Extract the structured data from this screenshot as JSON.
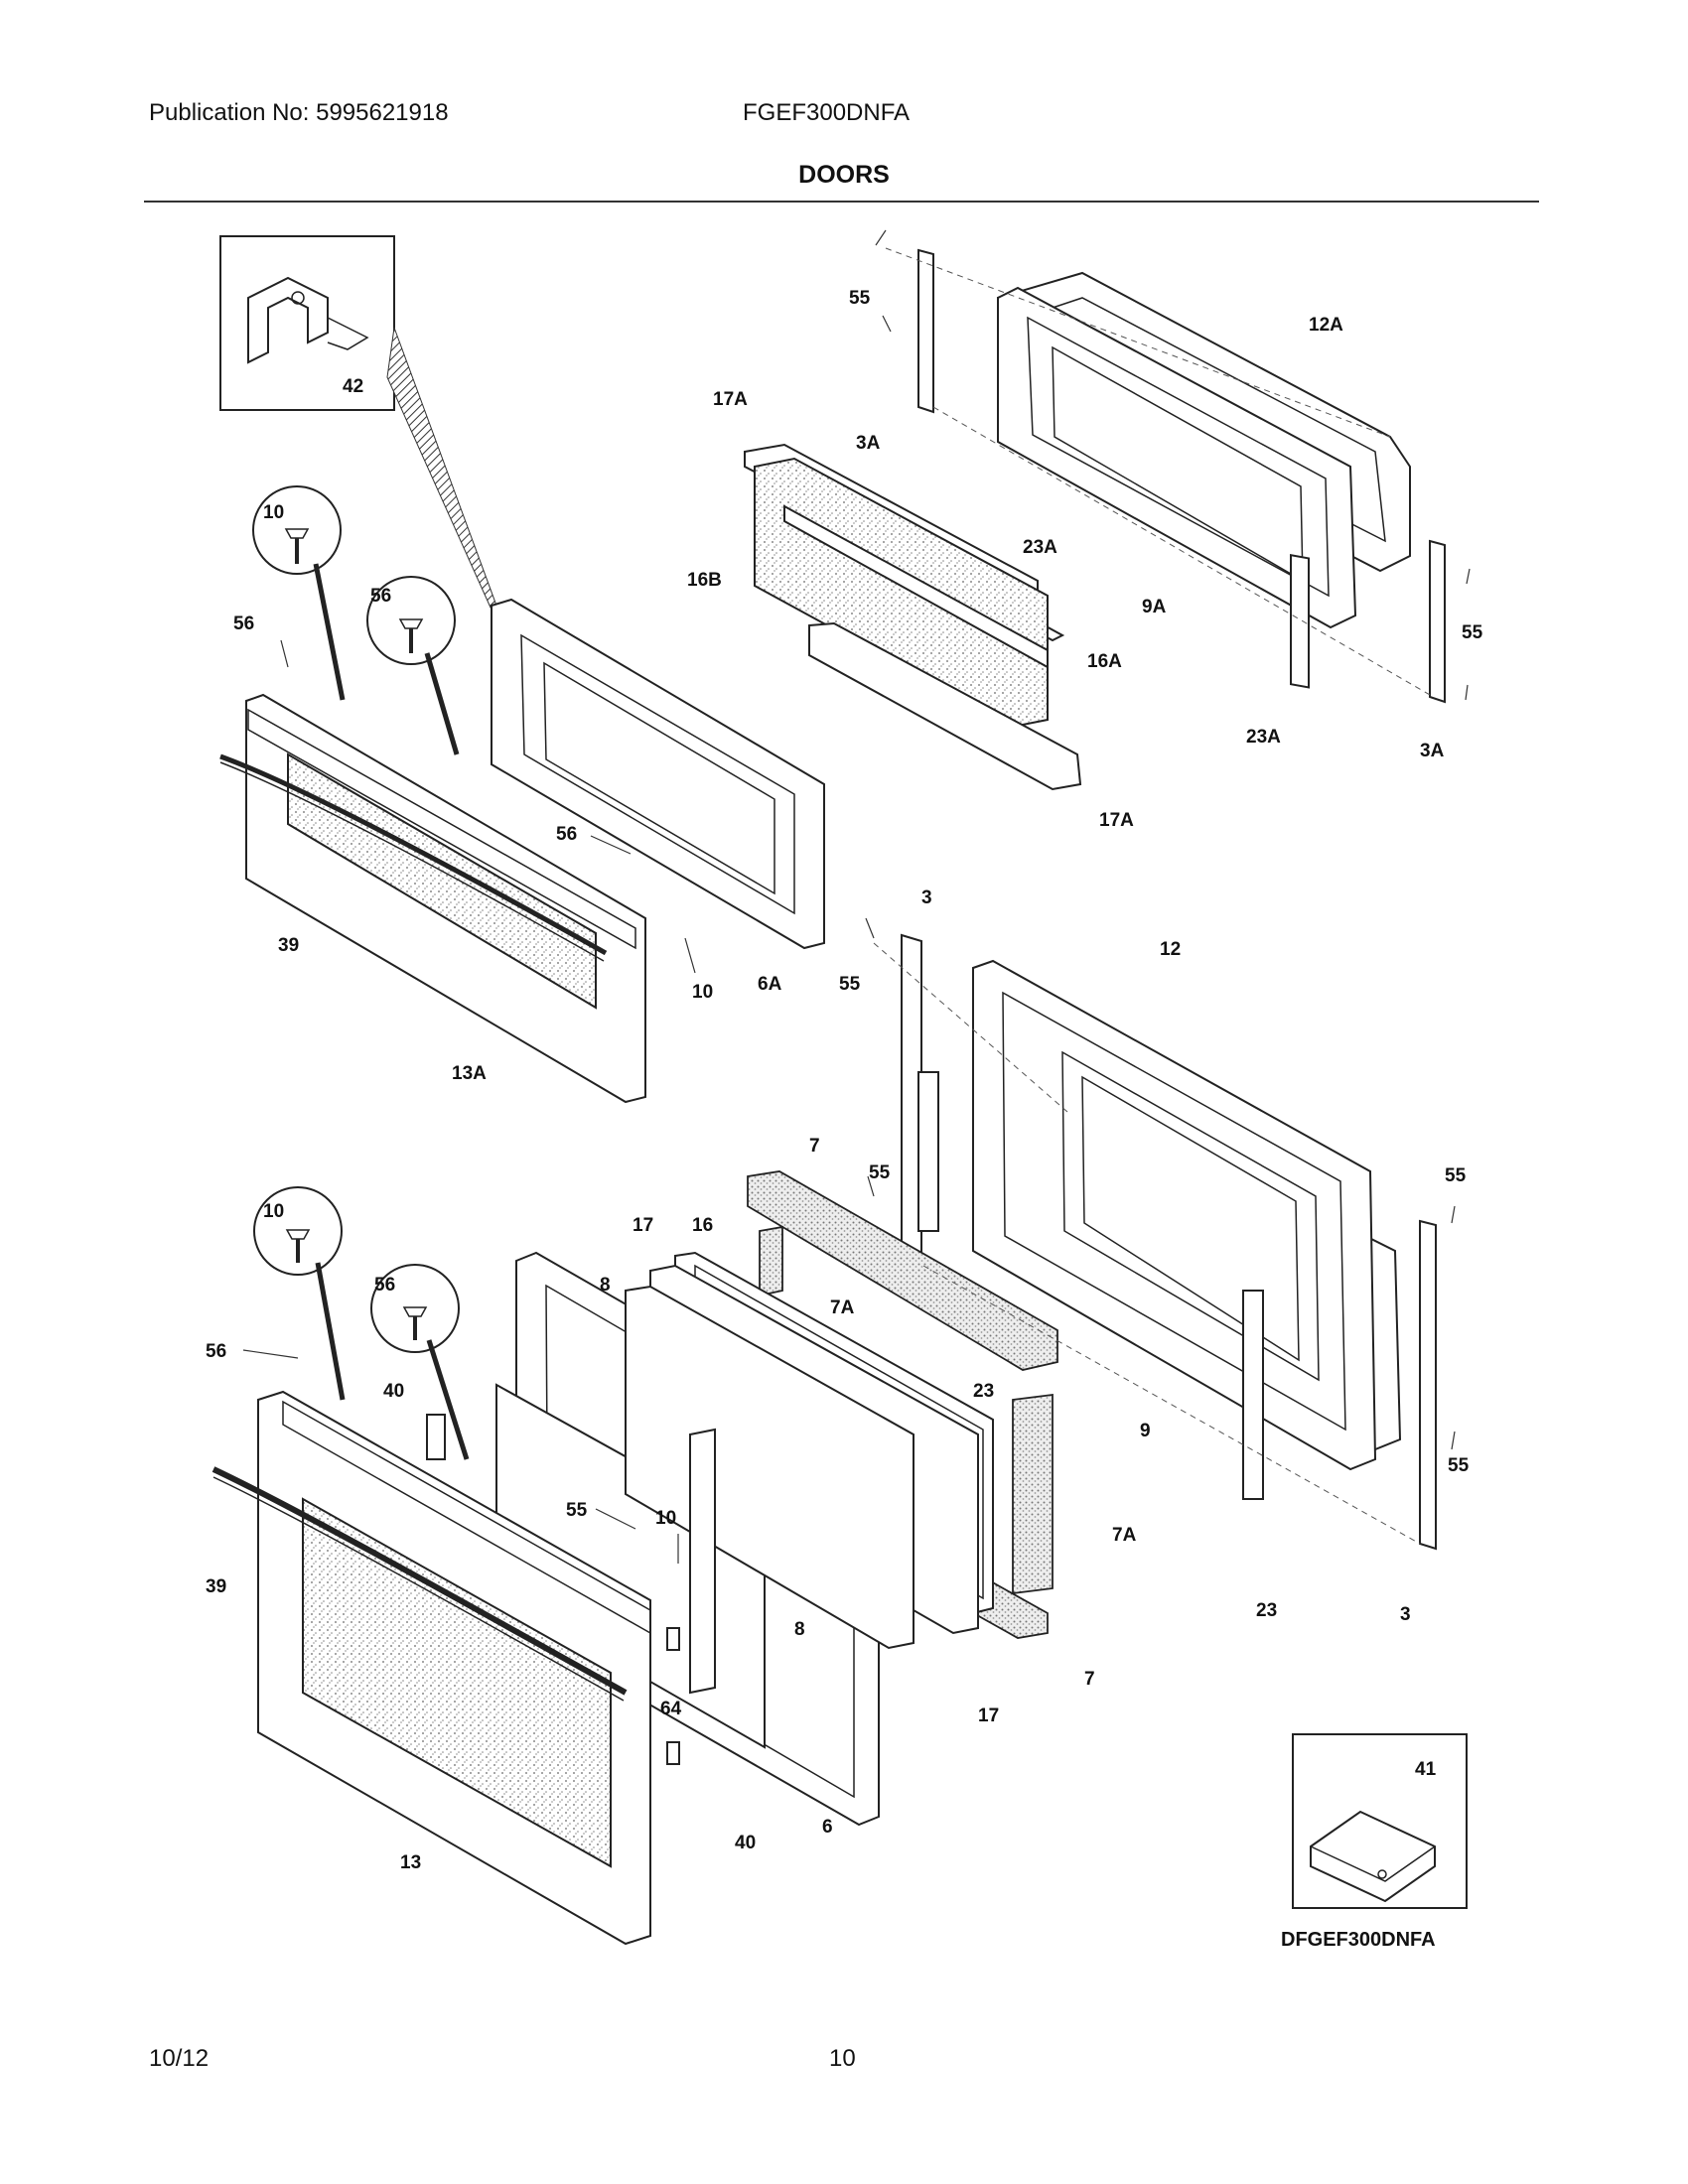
{
  "header": {
    "publication": "Publication No: 5995621918",
    "model": "FGEF300DNFA",
    "section_title": "DOORS"
  },
  "footer": {
    "date": "10/12",
    "page": "10"
  },
  "diagram_ref": "DFGEF300DNFA",
  "callouts": {
    "c42": "42",
    "c41": "41",
    "c55a": "55",
    "c12A": "12A",
    "c17Aa": "17A",
    "c3Aa": "3A",
    "c23Aa": "23A",
    "c16B": "16B",
    "c9A": "9A",
    "c16A": "16A",
    "c55b": "55",
    "c23Ab": "23A",
    "c3Ab": "3A",
    "c17Ab": "17A",
    "c10a": "10",
    "c56a": "56",
    "c56b": "56",
    "c56c": "56",
    "c39a": "39",
    "c10b": "10",
    "c6A": "6A",
    "c13A": "13A",
    "c3a": "3",
    "c12": "12",
    "c55c": "55",
    "c55d": "55",
    "c7a": "7",
    "c17a": "17",
    "c16": "16",
    "c8a": "8",
    "c7Aa": "7A",
    "c23a": "23",
    "c9": "9",
    "c55e": "55",
    "c55f": "55",
    "c7Ab": "7A",
    "c23b": "23",
    "c3b": "3",
    "c7b": "7",
    "c17b": "17",
    "c10c": "10",
    "c56d": "56",
    "c56e": "56",
    "c40a": "40",
    "c55g": "55",
    "c10d": "10",
    "c8b": "8",
    "c39b": "39",
    "c64": "64",
    "c40b": "40",
    "c6": "6",
    "c13": "13"
  }
}
